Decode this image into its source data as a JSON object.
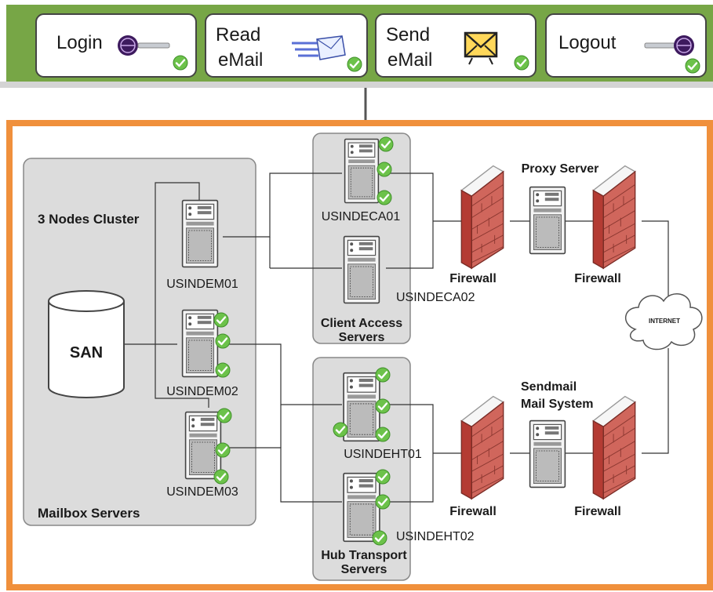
{
  "toolbar": {
    "login_label": "Login",
    "read_label_1": "Read",
    "read_label_2": "eMail",
    "send_label_1": "Send",
    "send_label_2": "eMail",
    "logout_label": "Logout"
  },
  "groups": {
    "mailbox": "Mailbox Servers",
    "cluster": "3 Nodes Cluster",
    "cas_1": "Client Access",
    "cas_2": "Servers",
    "hub_1": "Hub Transport",
    "hub_2": "Servers"
  },
  "storage": {
    "san": "SAN"
  },
  "servers": {
    "em01": "USINDEM01",
    "em02": "USINDEM02",
    "em03": "USINDEM03",
    "ca01": "USINDECA01",
    "ca02": "USINDECA02",
    "ht01": "USINDEHT01",
    "ht02": "USINDEHT02"
  },
  "perimeter": {
    "proxy": "Proxy Server",
    "sendmail_1": "Sendmail",
    "sendmail_2": "Mail System",
    "firewall": "Firewall",
    "internet": "INTERNET"
  },
  "colors": {
    "toolbar_bar": "#77a646",
    "frame": "#f0903c",
    "group_fill": "#dcdcdc",
    "check": "#6cc24a",
    "brick": "#c9463d"
  }
}
